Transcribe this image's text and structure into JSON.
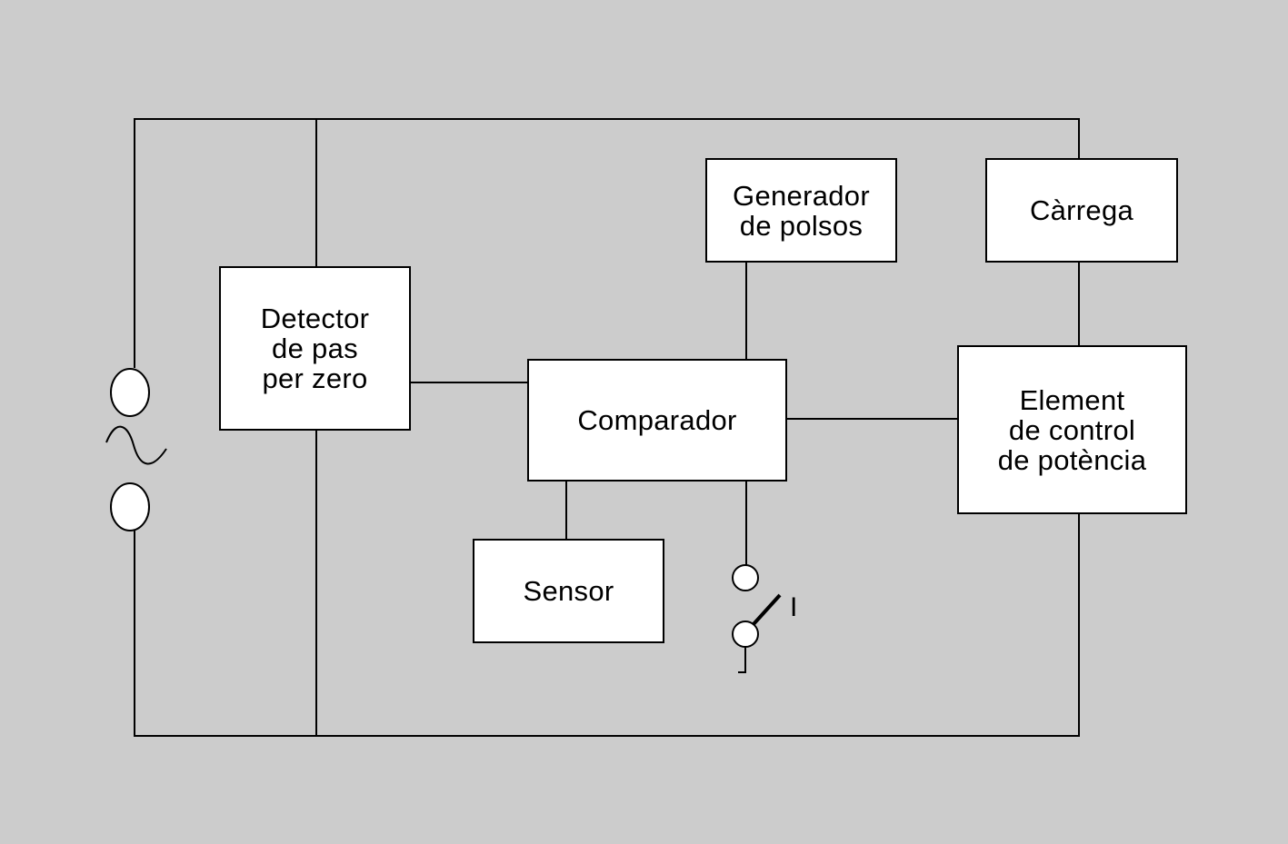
{
  "diagram": {
    "background_color": "#cccccc",
    "line_color": "#000000",
    "box_fill": "#ffffff",
    "blocks": {
      "detector": {
        "lines": [
          "Detector",
          "de pas",
          "per zero"
        ]
      },
      "comparador": {
        "lines": [
          "Comparador"
        ]
      },
      "sensor": {
        "lines": [
          "Sensor"
        ]
      },
      "generador": {
        "lines": [
          "Generador",
          "de polsos"
        ]
      },
      "carrega": {
        "lines": [
          "Càrrega"
        ]
      },
      "element": {
        "lines": [
          "Element",
          "de control",
          "de potència"
        ]
      }
    },
    "switch": {
      "label": "I"
    },
    "source": {
      "symbol": "ac-source-icon"
    }
  }
}
